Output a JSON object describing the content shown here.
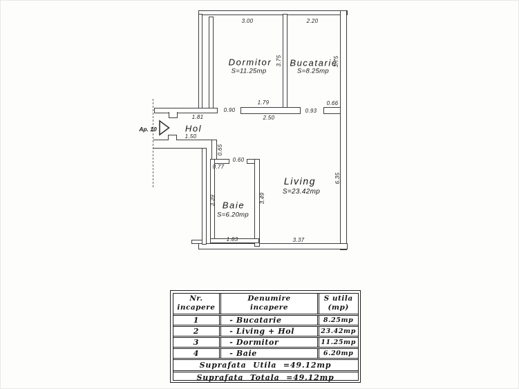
{
  "colors": {
    "ink": "#3c3c3c",
    "text": "#161616"
  },
  "plan": {
    "apartment_label": "Ap. 10",
    "rooms": {
      "dormitor": {
        "name": "Dormitor",
        "area": "S=11.25mp"
      },
      "bucatarie": {
        "name": "Bucatarie",
        "area": "S=8.25mp"
      },
      "hol": {
        "name": "Hol"
      },
      "baie": {
        "name": "Baie",
        "area": "S=6.20mp"
      },
      "living": {
        "name": "Living",
        "area": "S=23.42mp"
      }
    },
    "dimensions": {
      "dormitor_width": "3.00",
      "bucatarie_width": "2.20",
      "dormitor_height": "3.75",
      "bucatarie_height": "3.75",
      "wall_under_dormitor": "1.79",
      "dormitor_door": "0.90",
      "wall_250": "2.50",
      "bucatarie_door": "0.93",
      "wall_066": "0.66",
      "hol_top_wall": "1.81",
      "hol_bottom_wall": "1.50",
      "wall_065": "0.65",
      "baie_top_wall": "0.77",
      "baie_door": "0.60",
      "baie_height": "3.39",
      "baie_living_wall": "3.49",
      "living_height": "6.35",
      "baie_width": "1.83",
      "living_width": "3.37"
    }
  },
  "table": {
    "headers": {
      "col1_line1": "Nr.",
      "col1_line2": "incapere",
      "col2_line1": "Denumire",
      "col2_line2": "incapere",
      "col3_line1": "S utila",
      "col3_line2": "(mp)"
    },
    "rows": [
      {
        "nr": "1",
        "name": "- Bucatarie",
        "area": "8.25mp"
      },
      {
        "nr": "2",
        "name": "- Living + Hol",
        "area": "23.42mp"
      },
      {
        "nr": "3",
        "name": "- Dormitor",
        "area": "11.25mp"
      },
      {
        "nr": "4",
        "name": "- Baie",
        "area": "6.20mp"
      }
    ],
    "footer_utila": "Suprafata Utila =49.12mp",
    "footer_totala": "Suprafata Totala =49.12mp"
  }
}
